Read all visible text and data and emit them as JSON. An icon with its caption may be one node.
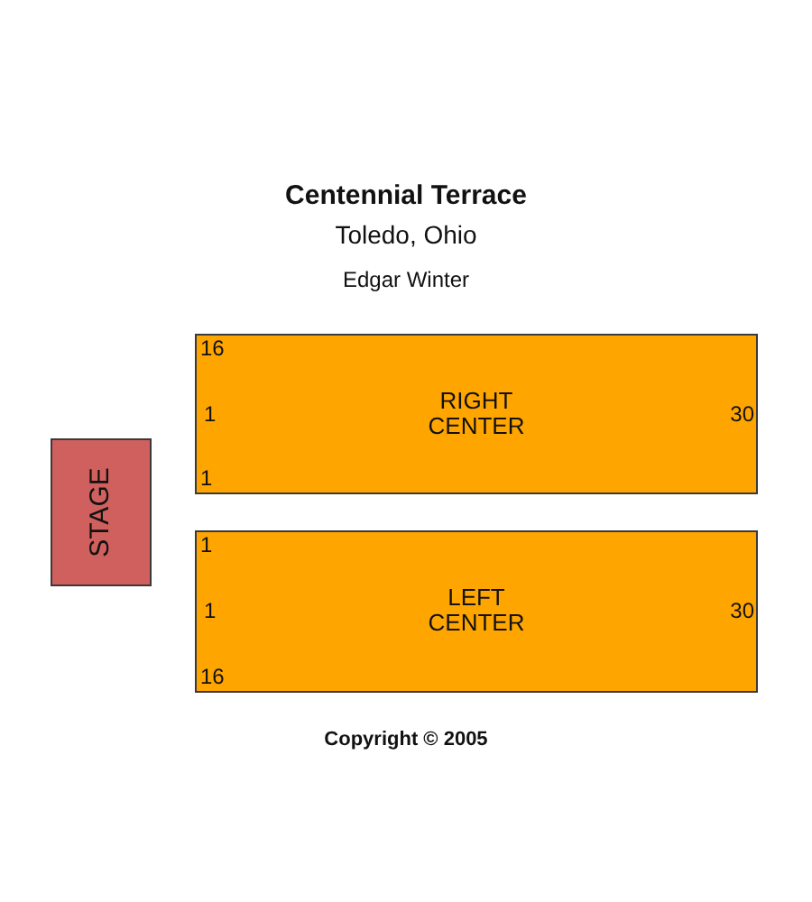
{
  "diagram": {
    "title": "Centennial Terrace",
    "nodes": [
      {
        "text": [
          "STAGE"
        ]
      },
      {
        "text": [
          "16",
          "1",
          "RIGHT CENTER",
          "30",
          "1"
        ]
      },
      {
        "text": [
          "1",
          "1",
          "LEFT CENTER",
          "30",
          "16"
        ]
      }
    ],
    "labels": [
      "Toledo, Ohio",
      "Edgar Winter",
      "Copyright © 2005"
    ]
  }
}
